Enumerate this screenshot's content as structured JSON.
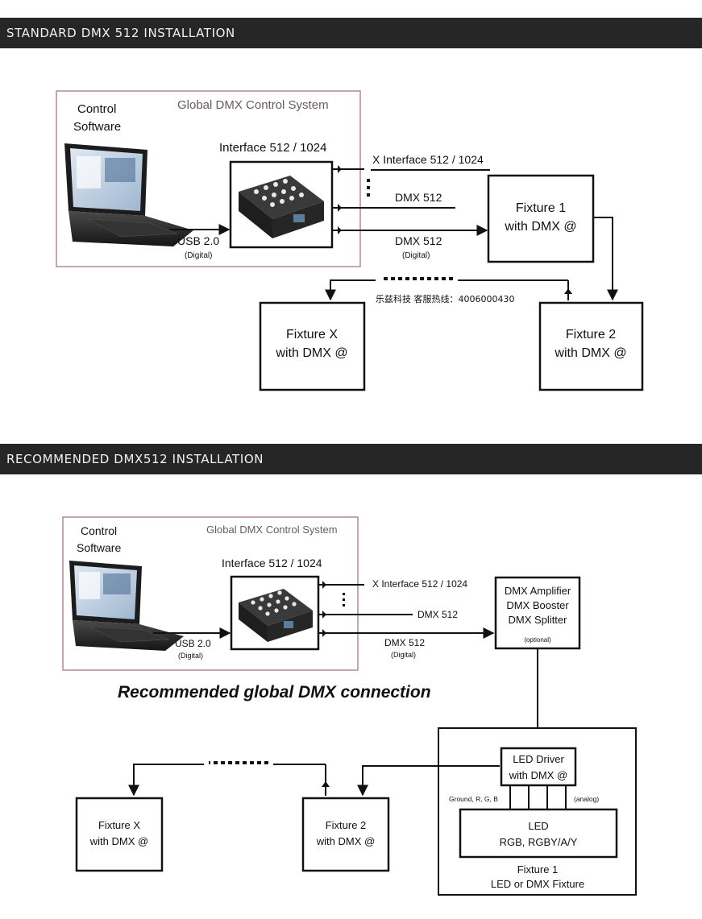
{
  "sections": {
    "standard_title": "STANDARD DMX 512 INSTALLATION",
    "recommended_title": "RECOMMENDED DMX512 INSTALLATION"
  },
  "diagram1": {
    "system_label": "Global DMX Control System",
    "software_line1": "Control",
    "software_line2": "Software",
    "interface_label": "Interface 512 / 1024",
    "usb_label": "USB 2.0",
    "usb_sub": "(Digital)",
    "x_interface_label": "X Interface 512 / 1024",
    "dmx_label_mid": "DMX 512",
    "dmx_label_low": "DMX 512",
    "dmx_low_sub": "(Digital)",
    "fixture1_line1": "Fixture 1",
    "fixture1_line2": "with DMX @",
    "fixture2_line1": "Fixture 2",
    "fixture2_line2": "with DMX @",
    "fixtureX_line1": "Fixture X",
    "fixtureX_line2": "with DMX @",
    "hotline": "乐兹科技 客服热线：4006000430"
  },
  "diagram2": {
    "system_label": "Global DMX Control System",
    "software_line1": "Control",
    "software_line2": "Software",
    "interface_label": "Interface 512 / 1024",
    "usb_label": "USB 2.0",
    "usb_sub": "(Digital)",
    "x_interface_label": "X Interface 512 / 1024",
    "dmx_label_mid": "DMX 512",
    "dmx_label_low": "DMX 512",
    "dmx_low_sub": "(Digital)",
    "amp_line1": "DMX Amplifier",
    "amp_line2": "DMX Booster",
    "amp_line3": "DMX Splitter",
    "amp_optional": "(optional)",
    "caption": "Recommended global DMX connection",
    "led_driver_line1": "LED Driver",
    "led_driver_line2": "with DMX @",
    "ground_label": "Ground, R, G, B",
    "analog_label": "(analog)",
    "led_line1": "LED",
    "led_line2": "RGB, RGBY/A/Y",
    "fixture1_line1": "Fixture 1",
    "fixture1_line2": "LED or DMX Fixture",
    "fixture2_line1": "Fixture 2",
    "fixture2_line2": "with DMX @",
    "fixtureX_line1": "Fixture X",
    "fixtureX_line2": "with DMX @"
  },
  "icons": [
    "laptop-icon",
    "dmx-interface-icon"
  ],
  "colors": {
    "header_bg": "#262626",
    "header_text": "#f2f2f2",
    "system_border": "#b48a8a",
    "line": "#111111"
  }
}
